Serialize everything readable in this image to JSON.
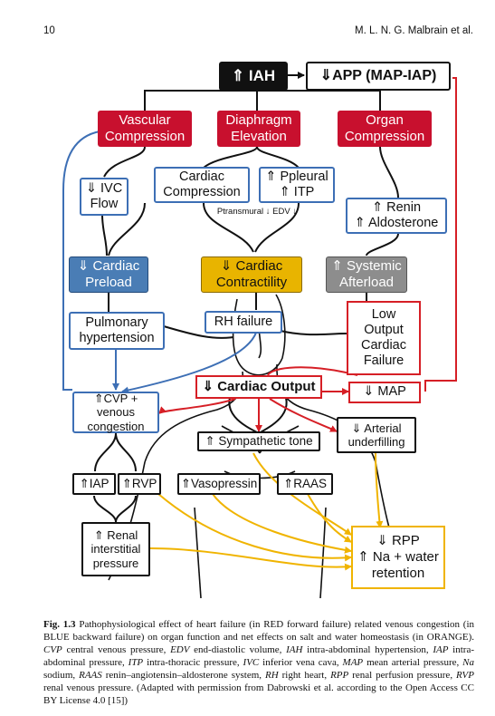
{
  "header": {
    "page_number": "10",
    "authors": "M. L. N. G. Malbrain et al."
  },
  "figure": {
    "nodes": {
      "iah": "⇑ IAH",
      "app": "⇓APP (MAP-IAP)",
      "vascular_compression": "Vascular\nCompression",
      "diaphragm_elevation": "Diaphragm\nElevation",
      "organ_compression": "Organ\nCompression",
      "ivc_flow": "⇓ IVC\nFlow",
      "cardiac_compression": "Cardiac\nCompression",
      "ppleural_itp": "⇑ Ppleural\n⇑ ITP",
      "ptransmural_edv": "Ptransmural ↓ EDV ↓",
      "renin_aldosterone": "⇑ Renin\n⇑ Aldosterone",
      "cardiac_preload": "⇓ Cardiac\nPreload",
      "cardiac_contractility": "⇓ Cardiac\nContractility",
      "systemic_afterload": "⇑ Systemic\nAfterload",
      "pulmonary_hypertension": "Pulmonary\nhypertension",
      "rh_failure": "RH failure",
      "low_output_cardiac_failure": "Low\nOutput\nCardiac\nFailure",
      "cardiac_output": "⇓ Cardiac Output",
      "map": "⇓ MAP",
      "cvp_venous_congestion": "⇑CVP + venous\ncongestion",
      "arterial_underfilling": "⇓ Arterial\nunderfilling",
      "sympathetic_tone": "⇑ Sympathetic tone",
      "iap": "⇑IAP",
      "rvp": "⇑RVP",
      "vasopressin": "⇑Vasopressin",
      "raas": "⇑RAAS",
      "renal_interstitial_pressure": "⇑ Renal\ninterstitial\npressure",
      "rpp_na_water": "⇓ RPP\n⇑ Na + water\nretention"
    },
    "colors": {
      "red": "#c8102e",
      "blue": "#3d6fb5",
      "steel_blue": "#4a7db5",
      "gold": "#e8b400",
      "gray": "#8d8d8d",
      "orange": "#f0b400"
    }
  },
  "caption": {
    "label": "Fig. 1.3",
    "text": "Pathophysiological effect of heart failure (in RED forward failure) related venous congestion (in BLUE backward failure) on organ function and net effects on salt and water homeostasis (in ORANGE).",
    "abbreviations": [
      {
        "abbr": "CVP",
        "def": "central venous pressure,"
      },
      {
        "abbr": "EDV",
        "def": "end-diastolic volume,"
      },
      {
        "abbr": "IAH",
        "def": "intra-abdominal hypertension,"
      },
      {
        "abbr": "IAP",
        "def": "intra-abdominal pressure,"
      },
      {
        "abbr": "ITP",
        "def": "intra-thoracic pressure,"
      },
      {
        "abbr": "IVC",
        "def": "inferior vena cava,"
      },
      {
        "abbr": "MAP",
        "def": "mean arterial pressure,"
      },
      {
        "abbr": "Na",
        "def": "sodium,"
      },
      {
        "abbr": "RAAS",
        "def": "renin–angiotensin–aldosterone system,"
      },
      {
        "abbr": "RH",
        "def": "right heart,"
      },
      {
        "abbr": "RPP",
        "def": "renal perfusion pressure,"
      },
      {
        "abbr": "RVP",
        "def": "renal venous pressure."
      }
    ],
    "source": "(Adapted with permission from Dabrowski et al. according to the Open Access CC BY License 4.0 [15])"
  }
}
